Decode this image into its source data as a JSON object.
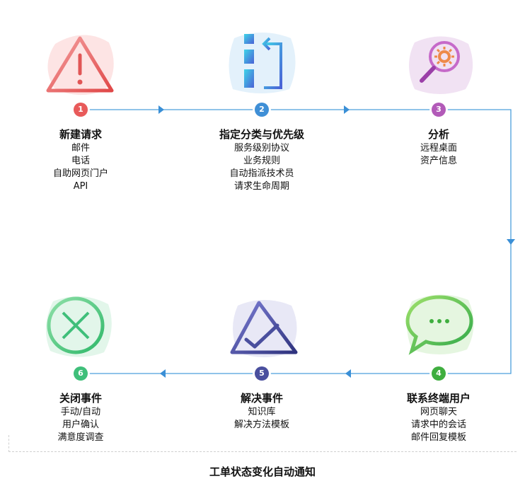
{
  "steps": [
    {
      "number": "1",
      "title": "新建请求",
      "items": [
        "邮件",
        "电话",
        "自助网页门户",
        "API"
      ],
      "color": "#e85a5a"
    },
    {
      "number": "2",
      "title": "指定分类与优先级",
      "items": [
        "服务级别协议",
        "业务规则",
        "自动指派技术员",
        "请求生命周期"
      ],
      "color": "#3f8fd6"
    },
    {
      "number": "3",
      "title": "分析",
      "items": [
        "远程桌面",
        "资产信息"
      ],
      "color": "#b25ab8"
    },
    {
      "number": "4",
      "title": "联系终端用户",
      "items": [
        "网页聊天",
        "请求中的会话",
        "邮件回复模板"
      ],
      "color": "#3fae3f"
    },
    {
      "number": "5",
      "title": "解决事件",
      "items": [
        "知识库",
        "解决方法模板"
      ],
      "color": "#4a4f9e"
    },
    {
      "number": "6",
      "title": "关闭事件",
      "items": [
        "手动/自动",
        "用户确认",
        "满意度调查"
      ],
      "color": "#3fbf7a"
    }
  ],
  "icons": {
    "step1": "warning-icon",
    "step2": "assign-icon",
    "step3": "magnifier-gear-icon",
    "step4": "chat-icon",
    "step5": "resolve-icon",
    "step6": "close-icon"
  },
  "colors": {
    "flow_line": "#4c9fdc",
    "footer_line": "#cfcfcf"
  },
  "footer": {
    "title": "工单状态变化自动通知"
  }
}
